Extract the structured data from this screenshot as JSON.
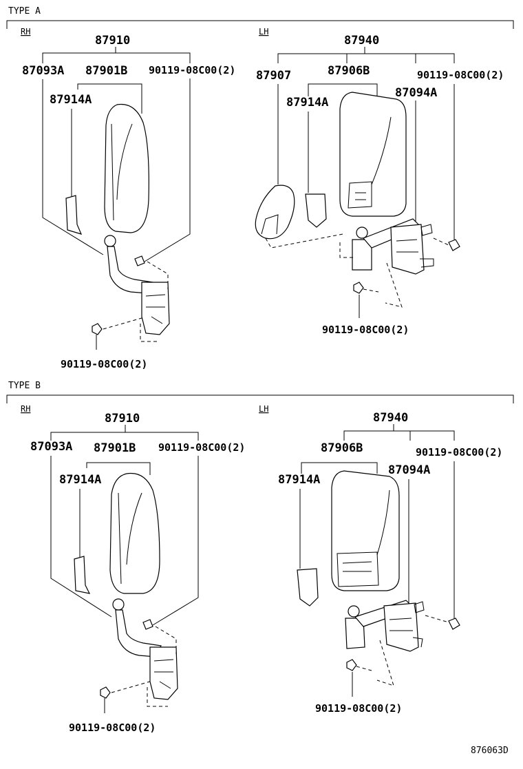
{
  "footer": {
    "code": "876063D"
  },
  "type_a": {
    "header": "TYPE A",
    "rh": {
      "side": "RH",
      "assembly": "87910",
      "parts": [
        "87093A",
        "87901B",
        "90119-08C00(2)",
        "87914A"
      ],
      "bolt": "90119-08C00(2)"
    },
    "lh": {
      "side": "LH",
      "assembly": "87940",
      "parts": [
        "87907",
        "87906B",
        "90119-08C00(2)",
        "87914A",
        "87094A"
      ],
      "bolt": "90119-08C00(2)"
    }
  },
  "type_b": {
    "header": "TYPE B",
    "rh": {
      "side": "RH",
      "assembly": "87910",
      "parts": [
        "87093A",
        "87901B",
        "90119-08C00(2)",
        "87914A"
      ],
      "bolt": "90119-08C00(2)"
    },
    "lh": {
      "side": "LH",
      "assembly": "87940",
      "parts": [
        "87906B",
        "90119-08C00(2)",
        "87914A",
        "87094A"
      ],
      "bolt": "90119-08C00(2)"
    }
  }
}
